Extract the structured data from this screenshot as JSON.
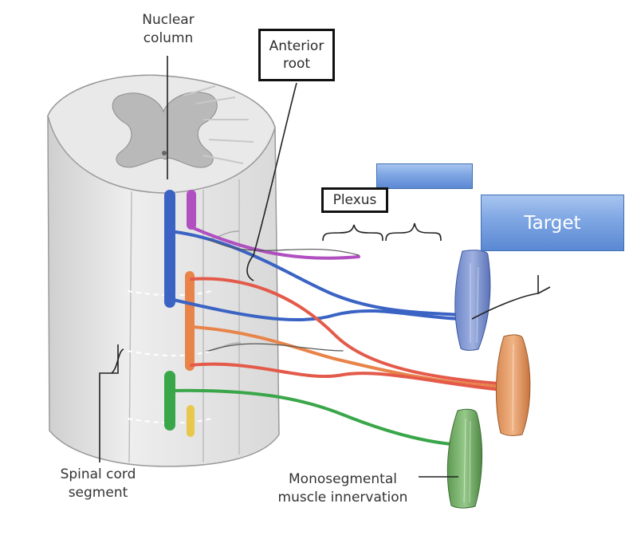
{
  "labels": {
    "nuclear_column": [
      "Nuclear",
      "column"
    ],
    "anterior_root": [
      "Anterior",
      "root"
    ],
    "plexus": "Plexus",
    "target": "Target",
    "spinal_cord_segment": [
      "Spinal cord",
      "segment"
    ],
    "monosegmental": [
      "Monosegmental",
      "muscle innervation"
    ],
    "blank_box": ""
  },
  "colors": {
    "blue_pathway": "#3a63c4",
    "purple_pathway": "#b04fc0",
    "orange_pathway": "#e8844a",
    "red_pathway": "#e45a4a",
    "green_pathway": "#3aa64a",
    "yellow_pathway": "#e8c84a",
    "label_box_fill": "#7ea6e3",
    "cord_fill": "#e6e6e6",
    "gray_matter": "#b9b9b9"
  }
}
